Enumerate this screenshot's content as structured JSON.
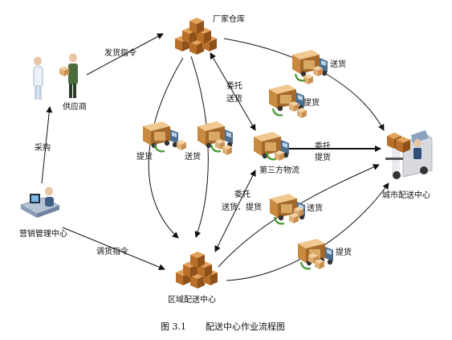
{
  "nodes": {
    "factory_warehouse": "厂家仓库",
    "supplier": "供应商",
    "marketing_center": "营销管理中心",
    "regional_dc": "区域配送中心",
    "third_party": "第三方物流",
    "city_dc": "城市配送中心"
  },
  "edges": {
    "ship_order": "发货指令",
    "purchase": "采购",
    "transfer_order": "调货指令",
    "entrust_delivery_l1": "委托",
    "entrust_delivery_l2": "送货",
    "entrust_pickup_l1": "委托",
    "entrust_pickup_l2": "提货",
    "entrust_dp_l1": "委托",
    "entrust_dp_l2": "送货、提货"
  },
  "truck_labels": {
    "t1_pickup": "提货",
    "t2_delivery": "送货",
    "t3_delivery": "送货",
    "t4_pickup": "提货",
    "t5_delivery": "送货",
    "t6_pickup": "提货"
  },
  "caption": {
    "number": "图 3.1",
    "title": "配送中心作业流程图"
  }
}
